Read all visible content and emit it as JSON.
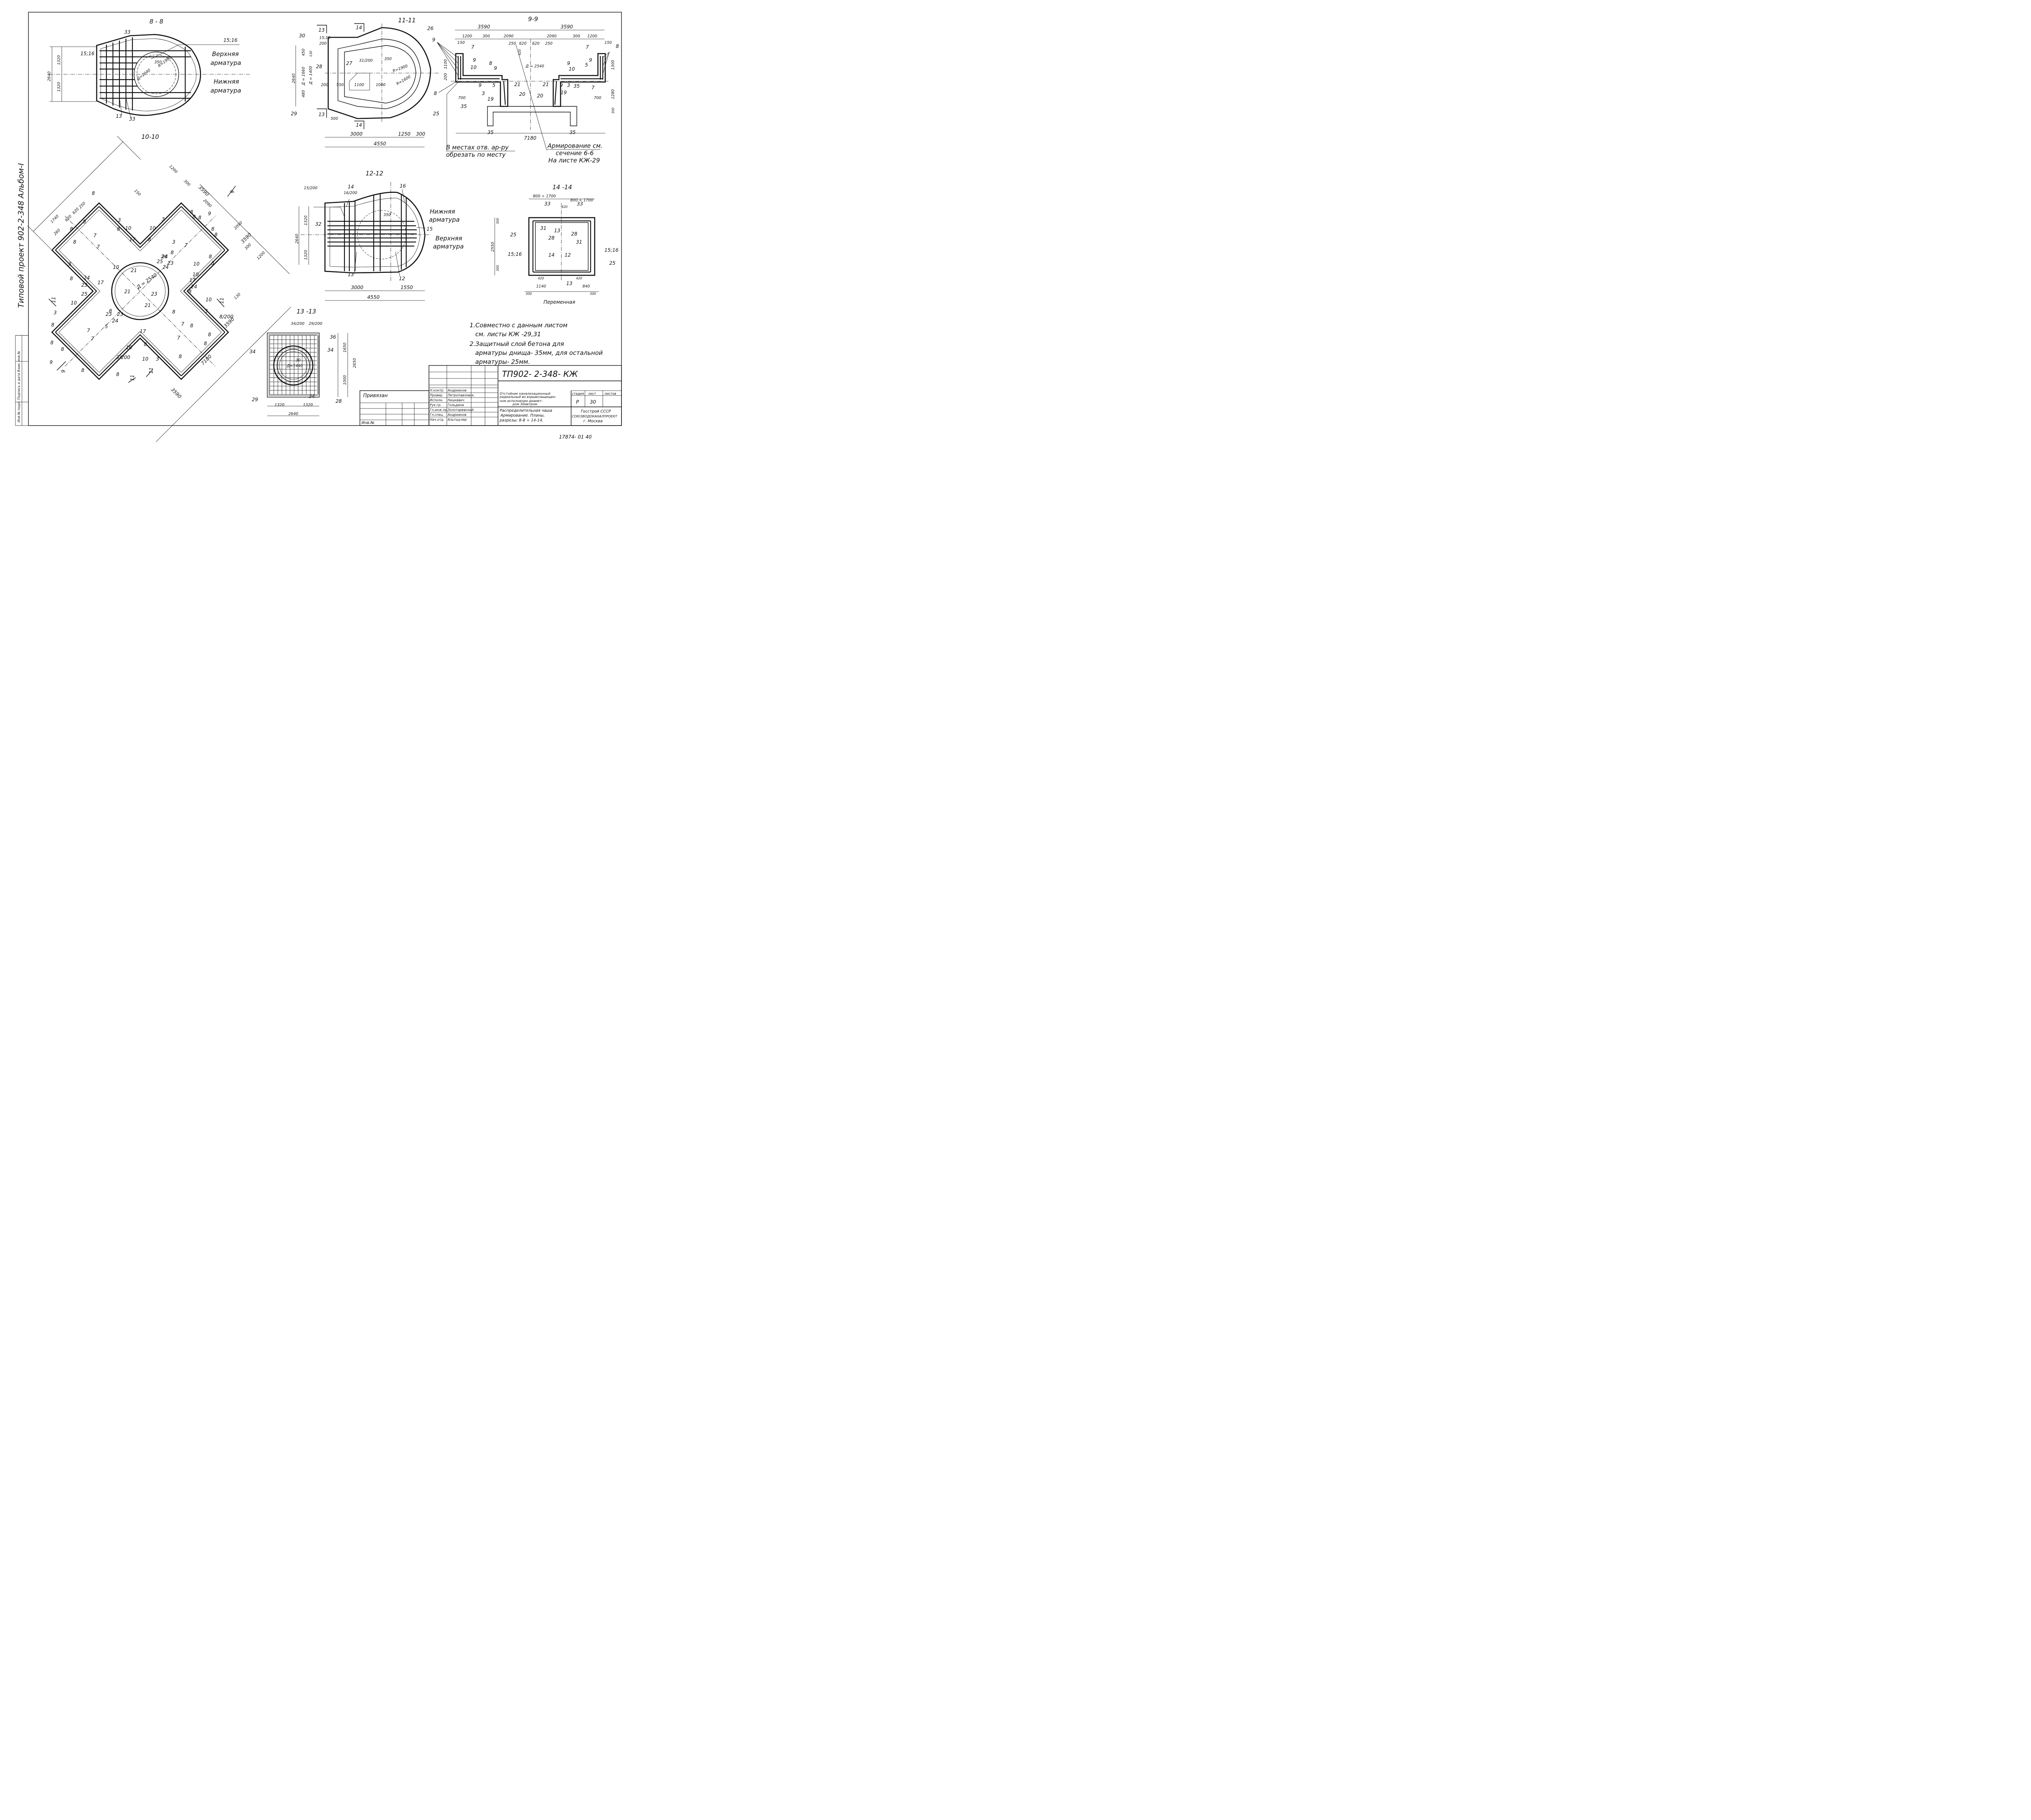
{
  "album_side": {
    "label": "Типовой проект 902-2-348 Альбом-I",
    "inv_label": "Инв.№ подл. Подпись и дата Взам. инв.№"
  },
  "sections": {
    "s8": "8 - 8",
    "s10": "10-10",
    "s11": "11-11",
    "s9": "9-9",
    "s12": "12-12",
    "s13": "13 -13",
    "s14": "14 -14"
  },
  "labels": {
    "upper_reinf": "Верхняя арматура",
    "lower_reinf": "Нижняя арматура",
    "cut_note_1": "В местах отв. ар-ру",
    "cut_note_2": "обрезать по месту",
    "reinf_ref_1": "Армирование см.",
    "reinf_ref_2": "сечение 6-6",
    "reinf_ref_3": "На листе КЖ-29",
    "variable": "Переменная",
    "attach": "Привязан",
    "inv_no": "Инв.№"
  },
  "dims": {
    "d3590": "3590",
    "d1200": "1200",
    "d300": "300",
    "d2090": "2090",
    "d250": "250",
    "d620": "620",
    "d150": "150",
    "d1100": "1100",
    "d200": "200",
    "d700": "700",
    "d1280": "1280",
    "d1300": "1300",
    "d7180": "7180",
    "d2540": "Д = 2540",
    "d3000": "3000",
    "d1250": "1250",
    "d4550": "4550",
    "d1550": "1550",
    "d2640": "2640",
    "d1320": "1320",
    "d1650": "1650",
    "d1000": "1000",
    "d2650": "2650",
    "d1440": "Д=1440",
    "d1660": "Д = 1660",
    "d1400": "Д = 1400",
    "d2040": "Д=2040",
    "d350": "350",
    "r1900": "R=1900",
    "r1600": "R=1600",
    "d800_1700": "800 ÷ 1700",
    "d1140": "1140",
    "d840": "840",
    "d420": "420",
    "d1740": "1740",
    "d260": "260",
    "d500": "500",
    "d550": "550",
    "d450": "450",
    "d480": "480",
    "d2550": "2550",
    "d130": "130"
  },
  "marks": {
    "m3": "3",
    "m5": "5",
    "m7": "7",
    "m8": "8",
    "m9": "9",
    "m10": "10",
    "m12": "12",
    "m13": "13",
    "m14": "14",
    "m15": "15",
    "m16": "16",
    "m17": "17",
    "m19": "19",
    "m20": "20",
    "m21": "21",
    "m23": "23",
    "m24": "24",
    "m25": "25",
    "m26": "26",
    "m27": "27",
    "m28": "28",
    "m29": "29",
    "m30": "30",
    "m31": "31",
    "m32": "32",
    "m33": "33",
    "m34": "34",
    "m35": "35",
    "m36": "36",
    "m15_16": "15;16",
    "m31_200": "31/200",
    "m15_200": "15/200",
    "m16_200": "16/200",
    "m34_200": "34/200",
    "m29_200": "29/200",
    "m3_200": "3/200",
    "m8_200": "8/200",
    "cut9": "9",
    "cut11": "11",
    "cut13": "13",
    "cut14": "14"
  },
  "notes": {
    "n1a": "1.Совместно   с данным  листом",
    "n1b": "см.  листы     КЖ -29,31",
    "n2a": "2.Защитный   слой   бетона   для",
    "n2b": "арматуры  днища- 35мм,  для остальной",
    "n2c": "арматуры- 25мм."
  },
  "title_block": {
    "code": "ТП902- 2-348- КЖ",
    "desc1": "Отстойник канализационный",
    "desc2": "радиальный во взрывозащищен-",
    "desc3": "ном исполнении диамет-",
    "desc4": "ром 30метром.",
    "sheet_t1": "Распределительная чаша",
    "sheet_t2": "Армирование. Планы,",
    "sheet_t3": "разрезы: 8-8 ÷ 14-14.",
    "stage_h": "стадия",
    "sheet_h": "лист",
    "sheets_h": "листов",
    "stage_v": "Р",
    "sheet_v": "30",
    "org1": "Госстрой СССР",
    "org2": "СОЮЗВОДОКАНАЛПРОЕКТ",
    "org3": "г. Москва",
    "roles": [
      "Н.контр.",
      "Провер.",
      "Исполн.",
      "Рук.гр.",
      "Гл.инж.пр.",
      "Гл.спец.",
      "Нач.отд."
    ],
    "names": [
      "Андрианов",
      "Петропавловск.",
      "Ницкевич",
      "Гольдина",
      "Золотаревский",
      "Андрианов",
      "Альтшулер"
    ]
  },
  "footer_number": "17874- 01     40"
}
